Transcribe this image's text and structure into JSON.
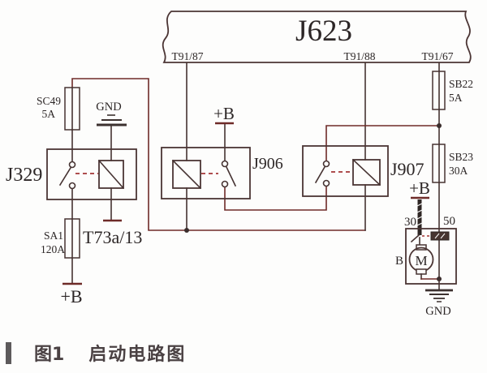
{
  "figure": {
    "ecu": {
      "name": "J623",
      "terminals": [
        "T91/87",
        "T91/88",
        "T91/67"
      ]
    },
    "fuses": {
      "sc49": {
        "name": "SC49",
        "rating": "5A"
      },
      "sa1": {
        "name": "SA1",
        "rating": "120A"
      },
      "sb22": {
        "name": "SB22",
        "rating": "5A"
      },
      "sb23": {
        "name": "SB23",
        "rating": "30A"
      }
    },
    "relays": {
      "j329": "J329",
      "j906": "J906",
      "j907": "J907"
    },
    "labels": {
      "gnd": "GND",
      "plus_b": "+B",
      "t73a": "T73a/13"
    },
    "starter": {
      "terminal_30": "30",
      "terminal_50": "50",
      "motor": "M",
      "terminal_b": "B"
    }
  },
  "caption": {
    "figure_no": "图1",
    "title": "启动电路图"
  },
  "colors": {
    "wire": "#463332",
    "wire_accent": "#6e2b28",
    "control_link": "#a33635",
    "text": "#2c2626"
  }
}
